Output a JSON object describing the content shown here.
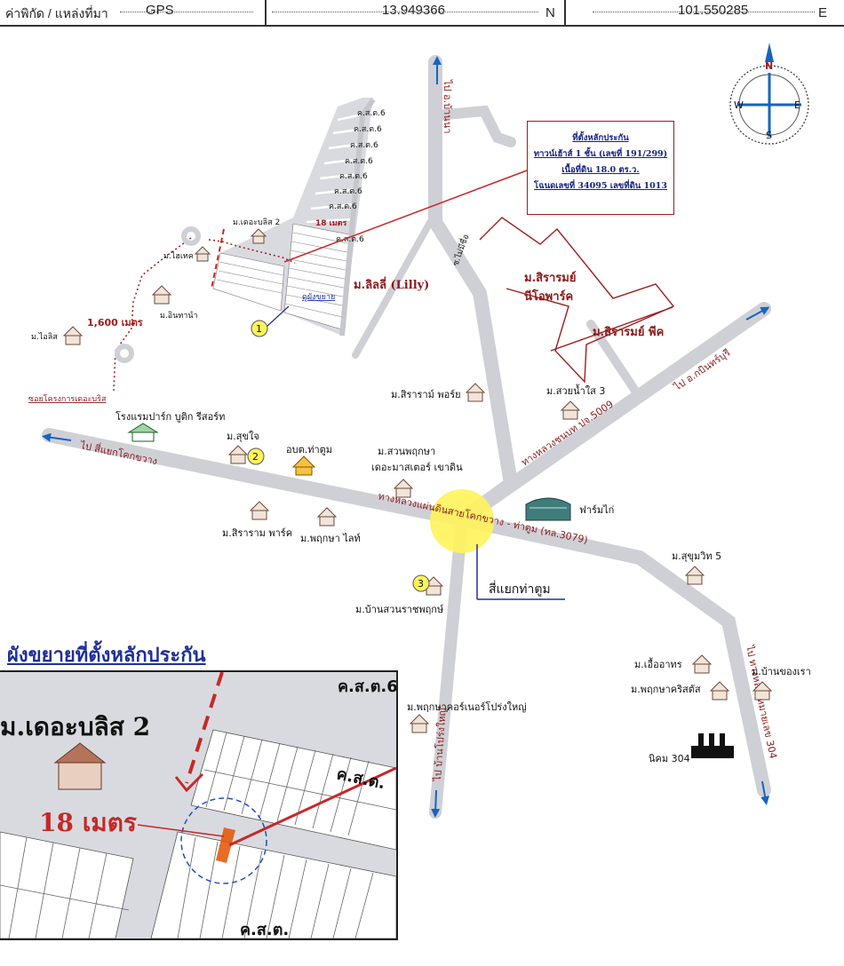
{
  "header": {
    "coord_label": "ค่าพิกัด / แหล่งที่มา",
    "source": "GPS",
    "latitude": "13.949366",
    "lat_unit": "N",
    "longitude": "101.550285",
    "lon_unit": "E"
  },
  "compass": {
    "n": "N",
    "s": "S",
    "e": "E",
    "w": "W"
  },
  "info_box": {
    "title": "ที่ตั้งหลักประกัน",
    "line1": "ทาวน์เฮ้าส์ 1 ชั้น (เลขที่ 191/299)",
    "line2": "เนื้อที่ดิน 18.0 ตร.ว.",
    "line3": "โฉนดเลขที่ 34095 เลขที่ดิน 1013"
  },
  "roads": {
    "to_ban_na": "ไป อ.บ้านนา",
    "to_prachinburi": "ไป อ.กบินทร์บุรี",
    "to_kok_kwang": "ไป สี่แยกโคกขวาง",
    "to_highway_304": "ไป ทางหลวงหมายเลข 304",
    "to_ban_pho_yai": "ไป บ้านโปร่งใหญ่",
    "highway_3079": "ทางหลวงแผ่นดินสายโคกขวาง - ท่าตูม (ทล.3079)",
    "rural_5009": "ทางหลวงชนบท ปจ.5009",
    "soi_project": "ซอยโครงการเดอะบริส",
    "soi_mai": "ซ.ไม่มีชื่อ"
  },
  "places": {
    "the_bliss_2": "ม.เดอะบลิส 2",
    "lilly": "ม.ลิลลี่ (Lilly)",
    "high_tech": "ม.ไฮเทค",
    "intana": "ม.อินทานำ",
    "ilis": "ม.ไอลิส",
    "distance": "1,600 เมตร",
    "meter18": "18 เมตร",
    "zoom": "ดูผังขยาย",
    "boutique_hotel": "โรงแรมปาร์ก บูติก รีสอร์ท",
    "sukjai": "ม.สุขใจ",
    "obt": "อบต.ท่าตูม",
    "suan_pruksa": "ม.สวนพฤกษา",
    "master_khao": "เดอะมาสเตอร์ เขาดิน",
    "sirarom_park": "ม.สิราราม พาร์ค",
    "pruksa_light": "ม.พฤกษา ไลท์",
    "sirarom_prime": "ม.สิราราม์ พอร์ย",
    "sirarom_neo": "ม.สิรารมย์",
    "sirarom_neo2": "นีโอพาร์ค",
    "sirarom_peak": "ม.สิรารมย์ พีค",
    "suay_nam_sai": "ม.สวยน้ำใส 3",
    "chicken_farm": "ฟาร์มไก่",
    "junction": "สี่แยกท่าตูม",
    "ban_suan_ratch": "ม.บ้านสวนราชพฤกษ์",
    "sukhumvit5": "ม.สุขุมวิท 5",
    "ua_arthorn": "ม.เอื้ออาทร",
    "ban_kong_rao": "ม.บ้านของเรา",
    "pruksa_kris": "ม.พฤกษาคริสตัส",
    "pruksa_corner": "ม.พฤกษาคอร์เนอร์โปร่งใหญ่",
    "nikom": "นิคม 304",
    "soi_labels": [
      "ค.ส.ต.6",
      "ค.ส.ต.6",
      "ค.ส.ต.6",
      "ค.ส.ต.6",
      "ค.ส.ต.6",
      "ค.ส.ต.6",
      "ค.ส.ต.6",
      "ค.ส.ต.6"
    ],
    "n1": "1",
    "n2": "2",
    "n3": "3"
  },
  "inset": {
    "title": "ผังขยายที่ตั้งหลักประกัน",
    "village": "ม.เดอะบลิส 2",
    "meter": "18 เมตร",
    "soi_top": "ค.ส.ต.6",
    "soi_mid": "ค.ส.ต.",
    "soi_bot": "ค.ส.ต."
  },
  "colors": {
    "road": "#cfd0d6",
    "accent_red": "#a01c1c",
    "blue": "#1e2f9c",
    "circle": "#fff35a"
  }
}
